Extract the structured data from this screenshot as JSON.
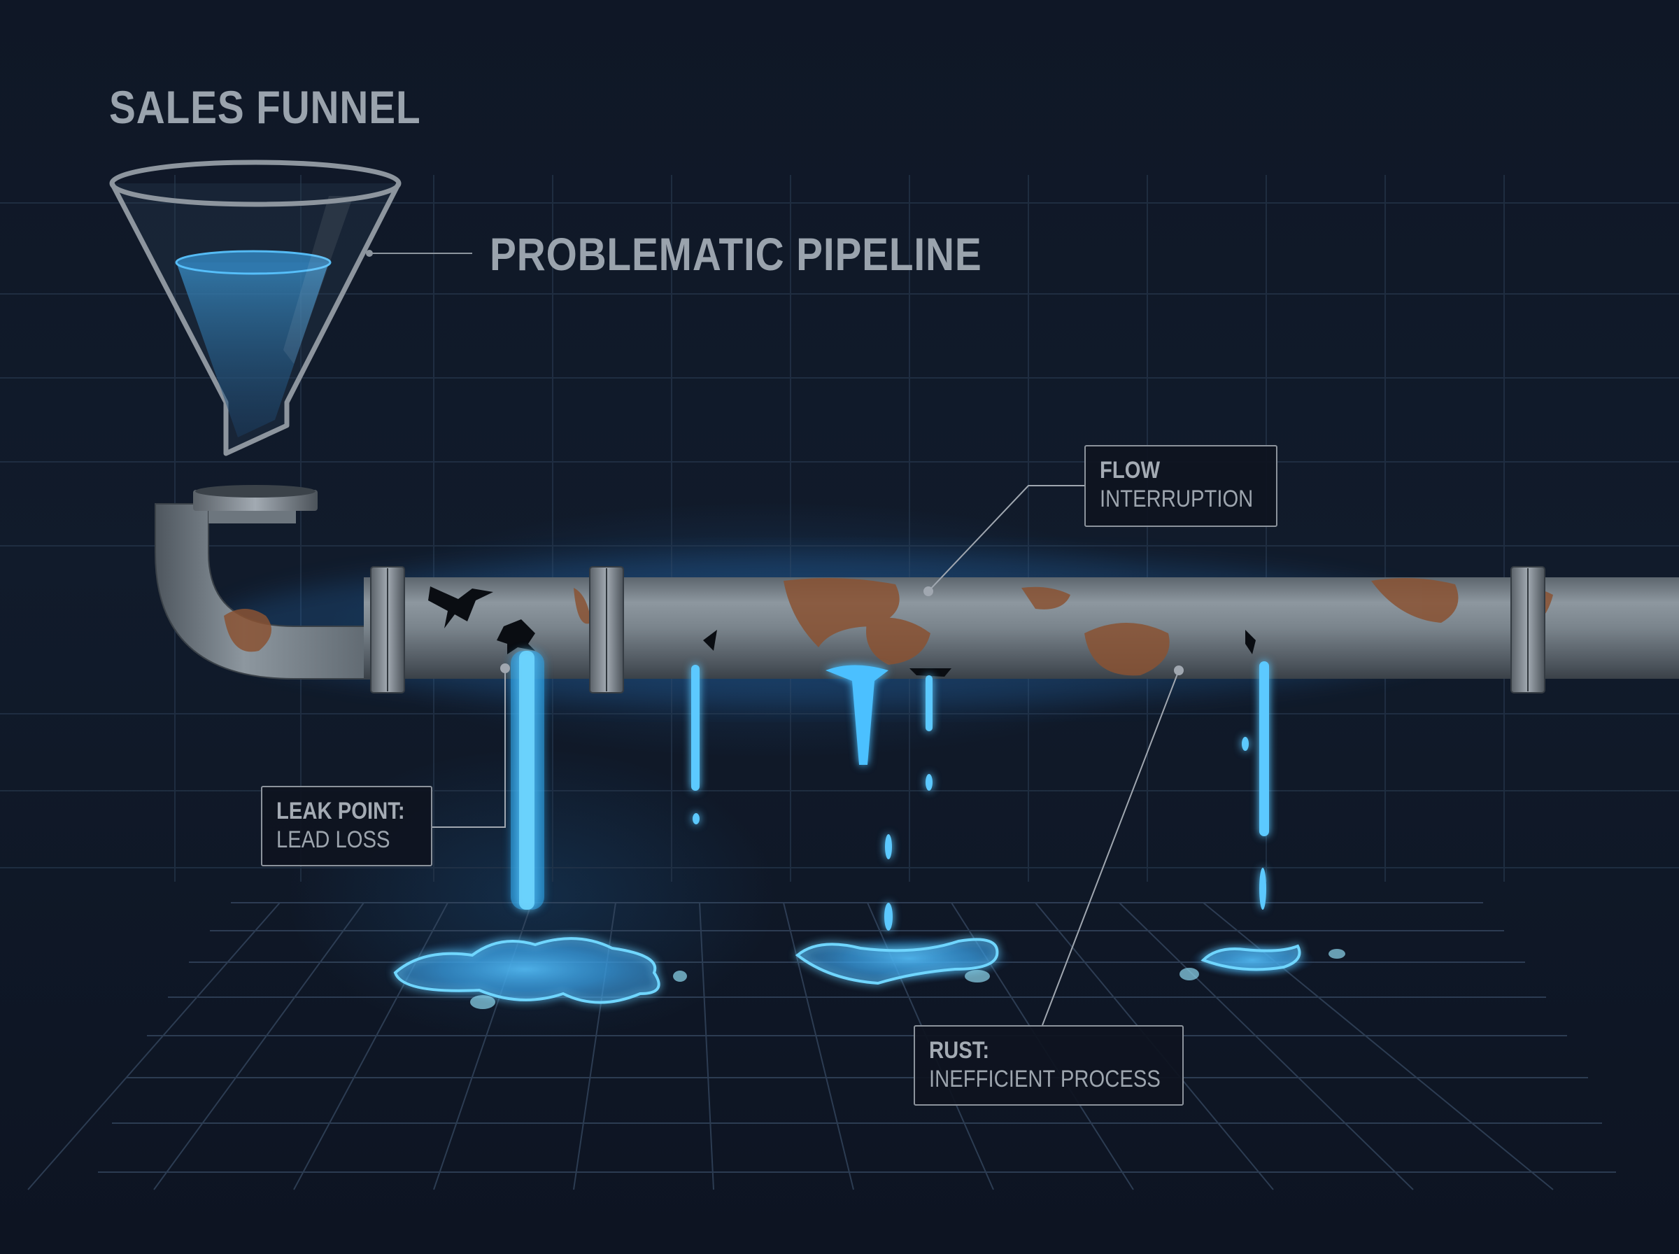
{
  "title": "SALES FUNNEL",
  "subtitle": "PROBLEMATIC PIPELINE",
  "callouts": {
    "flow": {
      "head": "FLOW",
      "sub": "INTERRUPTION"
    },
    "leak": {
      "head": "LEAK POINT:",
      "sub": "LEAD LOSS"
    },
    "rust": {
      "head": "RUST:",
      "sub": "INEFFICIENT PROCESS"
    }
  },
  "colors": {
    "background": "#0e1624",
    "grid": "#2a3a52",
    "text": "#9aa3ad",
    "water": "#4cc3ff",
    "pipe": "#6e7880",
    "rust": "#8a5232"
  },
  "icons": {
    "funnel": "funnel-icon",
    "pipe": "pipe-icon",
    "leak": "water-drip-icon",
    "puddle": "puddle-icon"
  }
}
